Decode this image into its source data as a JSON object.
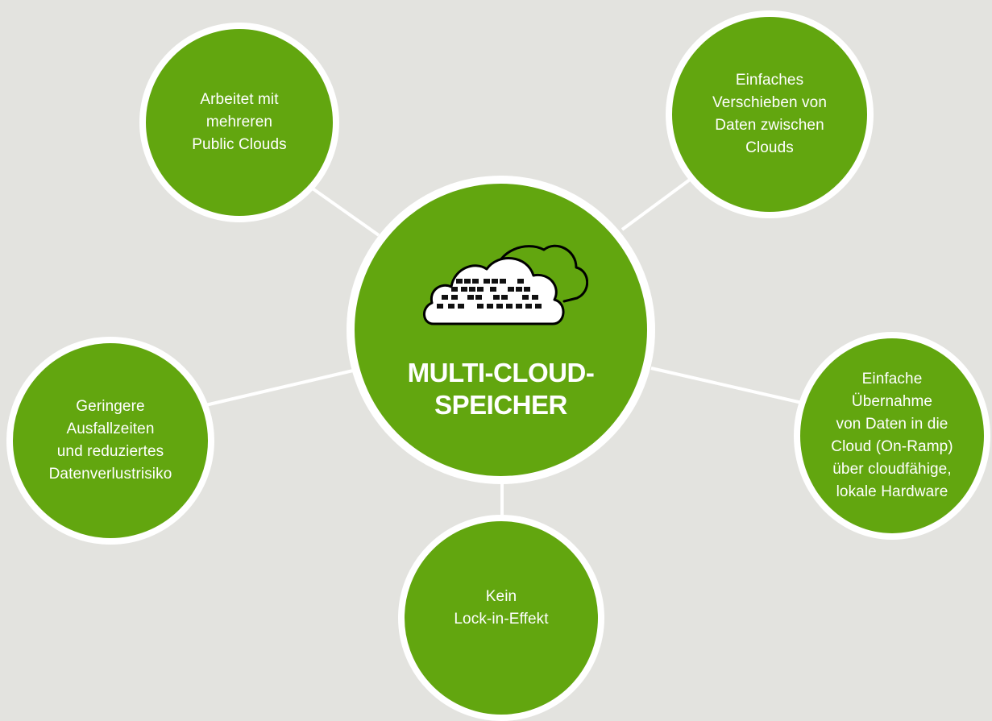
{
  "colors": {
    "background": "#e3e3df",
    "node_fill": "#62a60f",
    "node_border": "#ffffff",
    "connector": "#ffffff",
    "text": "#ffffff"
  },
  "hub": {
    "title": "MULTI-CLOUD-\nSPEICHER",
    "icon": "data-cloud-icon"
  },
  "nodes": [
    {
      "id": "public-clouds",
      "label": "Arbeitet mit\nmehreren\nPublic Clouds"
    },
    {
      "id": "data-moving",
      "label": "Einfaches\nVerschieben von\nDaten zwischen\nClouds"
    },
    {
      "id": "downtime",
      "label": "Geringere\nAusfallzeiten\nund reduziertes\nDatenverlustrisiko"
    },
    {
      "id": "on-ramp",
      "label": "Einfache\nÜbernahme\nvon Daten in die\nCloud (On-Ramp)\nüber cloudfähige,\nlokale Hardware"
    },
    {
      "id": "no-lock-in",
      "label": "Kein\nLock-in-Effekt"
    }
  ]
}
